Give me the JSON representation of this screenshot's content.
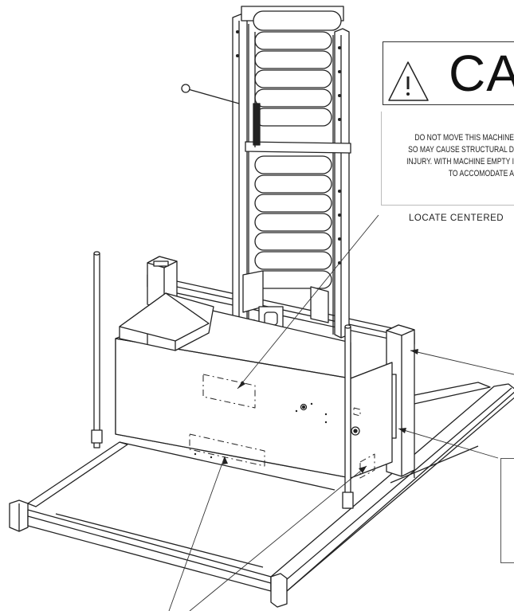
{
  "caution": {
    "word": "CAU",
    "lines": [
      "DO NOT MOVE THIS MACHINE",
      "SO MAY CAUSE STRUCTURAL D",
      "INJURY. WITH MACHINE EMPTY I",
      "TO ACCOMODATE A"
    ]
  },
  "locate_text": "LOCATE CENTERED"
}
